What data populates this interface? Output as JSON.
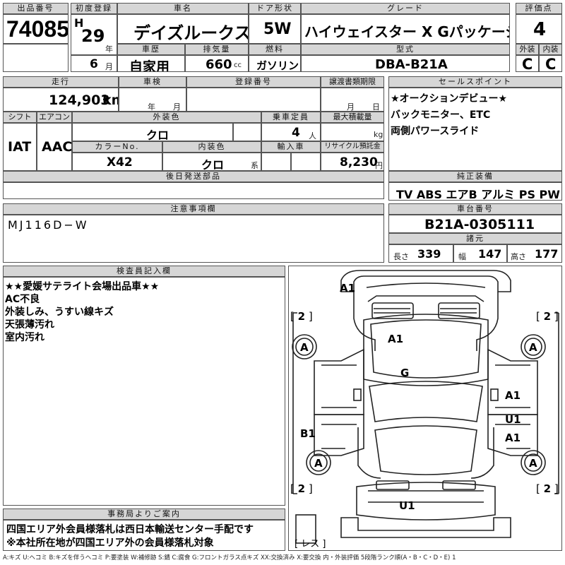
{
  "headers": {
    "lot_number": "出品番号",
    "first_registration": "初度登録",
    "model_name": "車名",
    "door_type": "ドア形状",
    "grade": "グレード",
    "score": "評価点",
    "history": "車歴",
    "displacement": "排気量",
    "fuel": "燃料",
    "model_code": "型式",
    "exterior": "外装",
    "interior": "内装",
    "mileage": "走行",
    "inspection": "車検",
    "registration_number": "登録番号",
    "transfer_deadline": "譲渡書類期限",
    "sales_points": "セールスポイント",
    "shift": "シフト",
    "aircon": "エアコン",
    "exterior_color": "外装色",
    "capacity": "乗車定員",
    "max_load": "最大積載量",
    "color_no": "カラーNo.",
    "interior_color": "内装色",
    "import": "輸入車",
    "recycle": "リサイクル預託金",
    "later_parts": "後日発送部品",
    "options": "純正装備",
    "notes": "注意事項欄",
    "chassis": "車台番号",
    "specs": "諸元",
    "inspector": "検査員記入欄",
    "office": "事務局よりご案内"
  },
  "vehicle": {
    "lot_number": "74085",
    "era_letter": "H",
    "year": "29",
    "year_unit": "年",
    "month": "6",
    "month_unit": "月",
    "model_name": "デイズルークス",
    "door_type": "5W",
    "grade": "ハイウェイスター X Gパッケージ",
    "score": "4",
    "history": "自家用",
    "displacement": "660",
    "displacement_unit": "cc",
    "fuel": "ガソリン",
    "model_code": "DBA-B21A",
    "exterior_grade": "C",
    "interior_grade": "C",
    "mileage": "124,903",
    "mileage_unit": "km",
    "inspection_year_unit": "年",
    "inspection_month_unit": "月",
    "transfer_month_unit": "月",
    "transfer_day_unit": "日",
    "shift": "IAT",
    "aircon": "AAC",
    "exterior_color": "クロ",
    "capacity": "4",
    "capacity_unit": "人",
    "max_load_unit": "kg",
    "color_no": "X42",
    "interior_color": "クロ",
    "interior_color_unit": "系",
    "recycle": "8,230",
    "recycle_unit": "円",
    "chassis": "B21A-0305111",
    "length_label": "長さ",
    "length": "339",
    "width_label": "幅",
    "width": "147",
    "height_label": "高さ",
    "height": "177"
  },
  "sales_points": [
    "★オークションデビュー★",
    "バックモニター、ETC",
    "両側パワースライド"
  ],
  "options": "TV ABS エアB アルミ PS PW",
  "notes": "MJ116D−W",
  "inspector_comments": [
    "★★愛媛サテライト会場出品車★★",
    "AC不良",
    "外装しみ、うすい線キズ",
    "天張薄汚れ",
    "室内汚れ"
  ],
  "office_notes": [
    "四国エリア外会員様落札は西日本輸送センター手配です",
    "※本社所在地が四国エリア外の会員様落札対象"
  ],
  "diagram": {
    "marks": {
      "top_left": "A1",
      "roof": "A1",
      "center": "G",
      "right_mid_1": "A1",
      "right_mid_2": "U1",
      "right_mid_3": "A1",
      "left_mid": "B1",
      "bottom": "U1",
      "wheel_fr": "A",
      "wheel_fl": "A",
      "wheel_rl": "A",
      "wheel_rr": "A"
    },
    "corner_values": {
      "tl": "2",
      "tr": "2",
      "bl": "2",
      "br": "2"
    },
    "bottom_left_tag": "レス"
  },
  "legend": "A:キズ U:ヘコミ B:キズを伴うヘコミ P:要塗装 W:補修跡 S:錆 C:腐食 G:フロントガラス点キズ XX:交換済み X:要交換 内・外装評価 5段階ランク順(A・B・C・D・E) 1"
}
